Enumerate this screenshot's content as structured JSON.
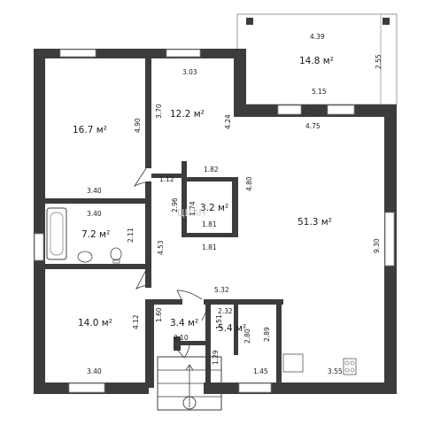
{
  "rooms": [
    {
      "id": "room-a",
      "area": "16.7 м²"
    },
    {
      "id": "room-b",
      "area": "12.2 м²"
    },
    {
      "id": "terrace",
      "area": "14.8 м²"
    },
    {
      "id": "toilet",
      "area": "3.2 м²"
    },
    {
      "id": "bathroom",
      "area": "7.2 м²"
    },
    {
      "id": "living",
      "area": "51.3 м²"
    },
    {
      "id": "room-c",
      "area": "14.0 м²"
    },
    {
      "id": "closet",
      "area": "3.4 м²"
    },
    {
      "id": "hall",
      "area": "5.4 м²"
    }
  ],
  "dimensions": [
    "4.39",
    "2.55",
    "5.15",
    "4.75",
    "3.03",
    "3.70",
    "4.24",
    "4.90",
    "3.40",
    "1.82",
    "1.12",
    "2.96",
    "1.74",
    "4.80",
    "3.40",
    "2.11",
    "4.53",
    "1.81",
    "1.81",
    "9.30",
    "5.32",
    "4.12",
    "1.60",
    "2.10",
    "2.32",
    "1.51",
    "2.80",
    "2.89",
    "1.29",
    "1.45",
    "3.55",
    "3.40"
  ],
  "watermark": "ЦИАН"
}
